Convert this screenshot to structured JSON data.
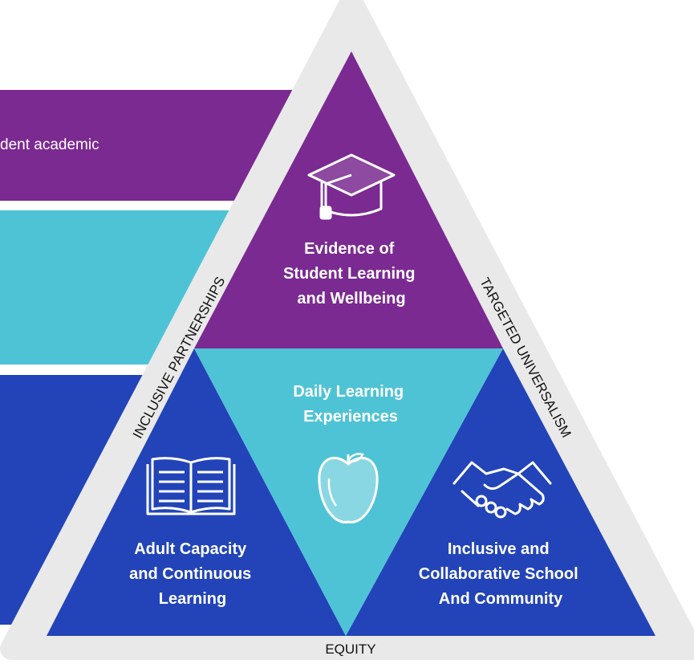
{
  "colors": {
    "purple": "#7b2a91",
    "teal": "#4fc3d6",
    "blue": "#2244b8",
    "frame": "#e9e9ea"
  },
  "left_bands": {
    "top_text": "dent academic"
  },
  "sections": {
    "top": {
      "lines": [
        "Evidence of",
        "Student Learning",
        "and Wellbeing"
      ],
      "icon": "graduation-cap-icon"
    },
    "center": {
      "lines": [
        "Daily Learning",
        "Experiences"
      ],
      "icon": "apple-icon"
    },
    "bottom_left": {
      "lines": [
        "Adult Capacity",
        "and Continuous",
        "Learning"
      ],
      "icon": "open-book-icon"
    },
    "bottom_right": {
      "lines": [
        "Inclusive and",
        "Collaborative School",
        "And Community"
      ],
      "icon": "handshake-icon"
    }
  },
  "edges": {
    "left": "INCLUSIVE PARTNERSHIPS",
    "right": "TARGETED UNIVERSALISM",
    "bottom": "EQUITY"
  }
}
